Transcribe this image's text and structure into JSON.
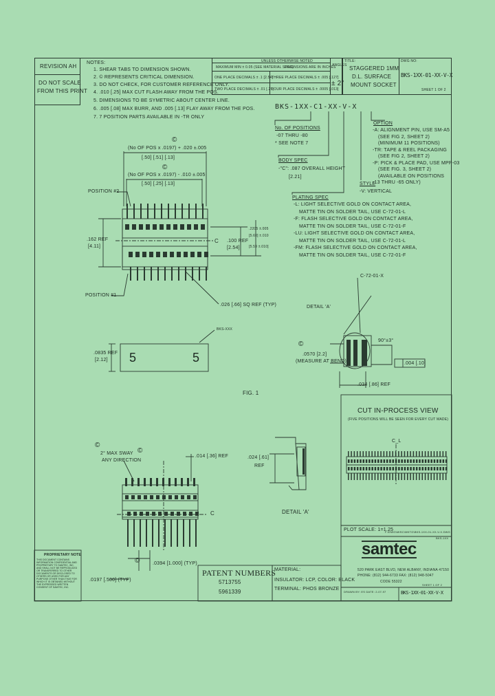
{
  "revision": "REVISION AH",
  "scale_note": [
    "DO NOT SCALE",
    "FROM THIS PRINT"
  ],
  "notes": {
    "title": "NOTES:",
    "items": [
      "1. SHEAR TABS TO DIMENSION SHOWN.",
      "2. © REPRESENTS CRITICAL DIMENSION.",
      "3. DO NOT CHECK, FOR CUSTOMER REFERENCE ONLY.",
      "4. .010 [.25] MAX CUT FLASH AWAY FROM THE POS.",
      "5. DIMENSIONS TO BE SYMETRIC ABOUT CENTER LINE.",
      "6. .005 [.08] MAX BURR, AND .005 [.13] FLAY AWAY FROM THE POS.",
      "7. 7 POSITION PARTS AVAILABLE IN -TR ONLY"
    ]
  },
  "tolerance": {
    "header": "UNLESS OTHERWISE NOTED",
    "row1": "MAXIMUM MIN ± 0.05 (SEE MATERIAL SPEC)",
    "row1b": "DIMENSIONS ARE IN INCHES",
    "one_place": "ONE PLACE DECIMALS ± .1 [2.54]",
    "three_place": "THREE PLACE DECIMALS ± .005 [.127]",
    "two_place": "TWO PLACE DECIMALS ± .01 [.25]",
    "four_place": "FOUR PLACE DECIMALS ± .0005 [.013]",
    "angles_label": "ANGLES",
    "angles": "± 2°"
  },
  "title_block": {
    "title_label": "TITLE:",
    "title": [
      "STAGGERED 1MM",
      "D.L. SURFACE",
      "MOUNT SOCKET"
    ],
    "dwg_label": "DWG NO:",
    "dwg_no": "BKS-1XX-01-XX-V-X",
    "sheet": "SHEET 1 OF 2"
  },
  "part_code": {
    "code": "BKS-1XX-C1-XX-V-X",
    "positions_title": "No. OF POSITIONS",
    "positions_range": "-07 THRU -80",
    "positions_note": "* SEE NOTE 7",
    "body_title": "BODY SPEC",
    "body_c": "-\"C\": .087 OVERALL HEIGHT",
    "body_mm": "[2.21]",
    "style_title": "STYLE",
    "style_v": "-V: VERTICAL",
    "option_title": "OPTION",
    "options": [
      "-A: ALIGNMENT PIN, USE SM-A5",
      "(SEE FIG 2, SHEET 2)",
      "(MINIMUM 11 POSITIONS)",
      "-TR: TAPE & REEL PACKAGING",
      "(SEE FIG 2, SHEET 2)",
      "-P: PICK & PLACE PAD, USE MPP-03",
      "(SEE FIG. 3, SHEET 2)",
      "(AVAILABLE ON POSITIONS",
      "-13 THRU -65 ONLY)"
    ],
    "plating_title": "PLATING SPEC",
    "plating": [
      "-L: LIGHT SELECTIVE GOLD ON CONTACT AREA,",
      "MATTE TIN ON SOLDER TAIL, USE C-72-01-L",
      "-F: FLASH SELECTIVE GOLD ON CONTACT AREA,",
      "MATTE TIN ON SOLDER TAIL, USE C-72-01-F",
      "-LU: LIGHT SELECTIVE GOLD ON CONTACT AREA,",
      "MATTE TIN ON SOLDER TAIL, USE C-72-01-L",
      "-FM: FLASH SELECTIVE GOLD ON CONTACT AREA,",
      "MATTE TIN ON SOLDER TAIL, USE C-72-01-F"
    ]
  },
  "fig1": {
    "dim_top": "(No OF POS x .0197) + .020 ±.005",
    "dim_top_mm": "[.50]   [.51]   [.13]",
    "dim_mid": "(No OF POS x .0197) - .010 ±.005",
    "dim_mid_mm": "[.50]   [.25]   [.13]",
    "pos2": "POSITION #2",
    "pos1": "POSITION #1",
    "ref762": ".162 REF",
    "ref762_mm": "[4.11]",
    "dim100": ".100 REF",
    "dim100_mm": "[2.54]",
    "dim2205": ".2205 ±.005",
    "dim2205b": "[5.60] ±.010",
    "dim2205c": "[5.59 ±.010]",
    "sq": ".026 [.66] SQ REF (TYP)",
    "cl": "C",
    "bks": "BKS-XXX",
    "ref083": ".0835 REF",
    "ref083_mm": "[2.12]",
    "label": "FIG. 1",
    "mark_c": "©",
    "detail_a": "DETAIL 'A'",
    "c72": "C-72-01-X",
    "deg": "90°±3°",
    "d0570": ".0570 [2.2]",
    "measure": "(MEASURE AT BEND)",
    "tol004": ".004 [.10]",
    "d034": ".034 [.86] REF"
  },
  "lower": {
    "sway": "2° MAX SWAY",
    "sway2": "ANY DIRECTION",
    "d014": ".014 [.36] REF",
    "d024": ".024 [.61]",
    "ref": "REF",
    "detail_a": "DETAIL 'A'",
    "d0394": ".0394 [1.000] (TYP)",
    "d0197": ".0197 [.500] (TYP)"
  },
  "cut_view": {
    "title": "CUT IN-PROCESS VIEW",
    "subtitle": "(FIVE POSITIONS WILL BE SEEN FOR EVERY CUT MADE)",
    "cl": "C_L",
    "plot": "PLOT SCALE: 1=1.25"
  },
  "proprietary": {
    "title": "PROPRIETARY NOTE",
    "body": "THIS DOCUMENT CONTAINS INFORMATION CONFIDENTIAL AND PROPRIETARY TO SAMTEC, INC. AND SHALL NOT BE REPRODUCED OR TRANSFERRED TO OTHER DOCUMENTS OR DISCLOSED TO OTHERS OR USED FOR ANY PURPOSE OTHER THAN THAT FOR WHICH IT IS OBTAINED WITHOUT THE EXPRESSED WRITTEN CONSENT OF SAMTEC, INC."
  },
  "patent": {
    "title": "PATENT NUMBERS",
    "numbers": [
      "5713755",
      "5961339"
    ]
  },
  "material": {
    "label": "MATERIAL:",
    "insulator": "INSULATOR: LCP, COLOR: BLACK",
    "terminal": "TERMINAL: PHOS BRONZE"
  },
  "company": {
    "file_path": "F:\\DWG\\MISC\\MKTG\\BKS-1XX-01-XX-V-X.DWG",
    "file_short": "BKS-1XX",
    "logo": "samtec",
    "address": "520 PARK EAST BLVD, NEW ALBANY, INDIANA 47150",
    "phone": "PHONE: (812) 944-6733  FAX: (812) 948-5047",
    "code": "CODE 55322",
    "drawn": "DRAWN BY: ES DATE: 2-07-97",
    "dwg_no": "BKS-1XX-01-XX-V-X",
    "sheet": "SHEET 1 OF 2"
  }
}
